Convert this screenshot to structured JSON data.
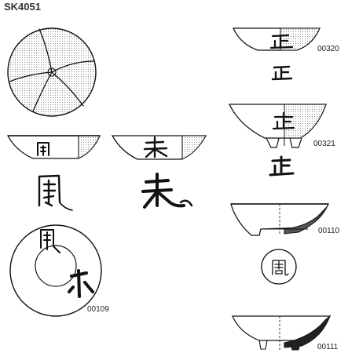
{
  "sheet": {
    "id": "SK4051"
  },
  "artifacts": [
    {
      "id": "00109",
      "view": "bowl profile + inscription + base plan"
    },
    {
      "id": "00320",
      "view": "bowl profile + inscription"
    },
    {
      "id": "00321",
      "view": "bowl profile on footring + inscription"
    },
    {
      "id": "00110",
      "view": "bowl profile + stamped base"
    },
    {
      "id": "00111",
      "view": "bowl profile"
    }
  ],
  "colors": {
    "ink": "#111111",
    "hatch": "#9a9a9a",
    "paper": "#ffffff"
  }
}
